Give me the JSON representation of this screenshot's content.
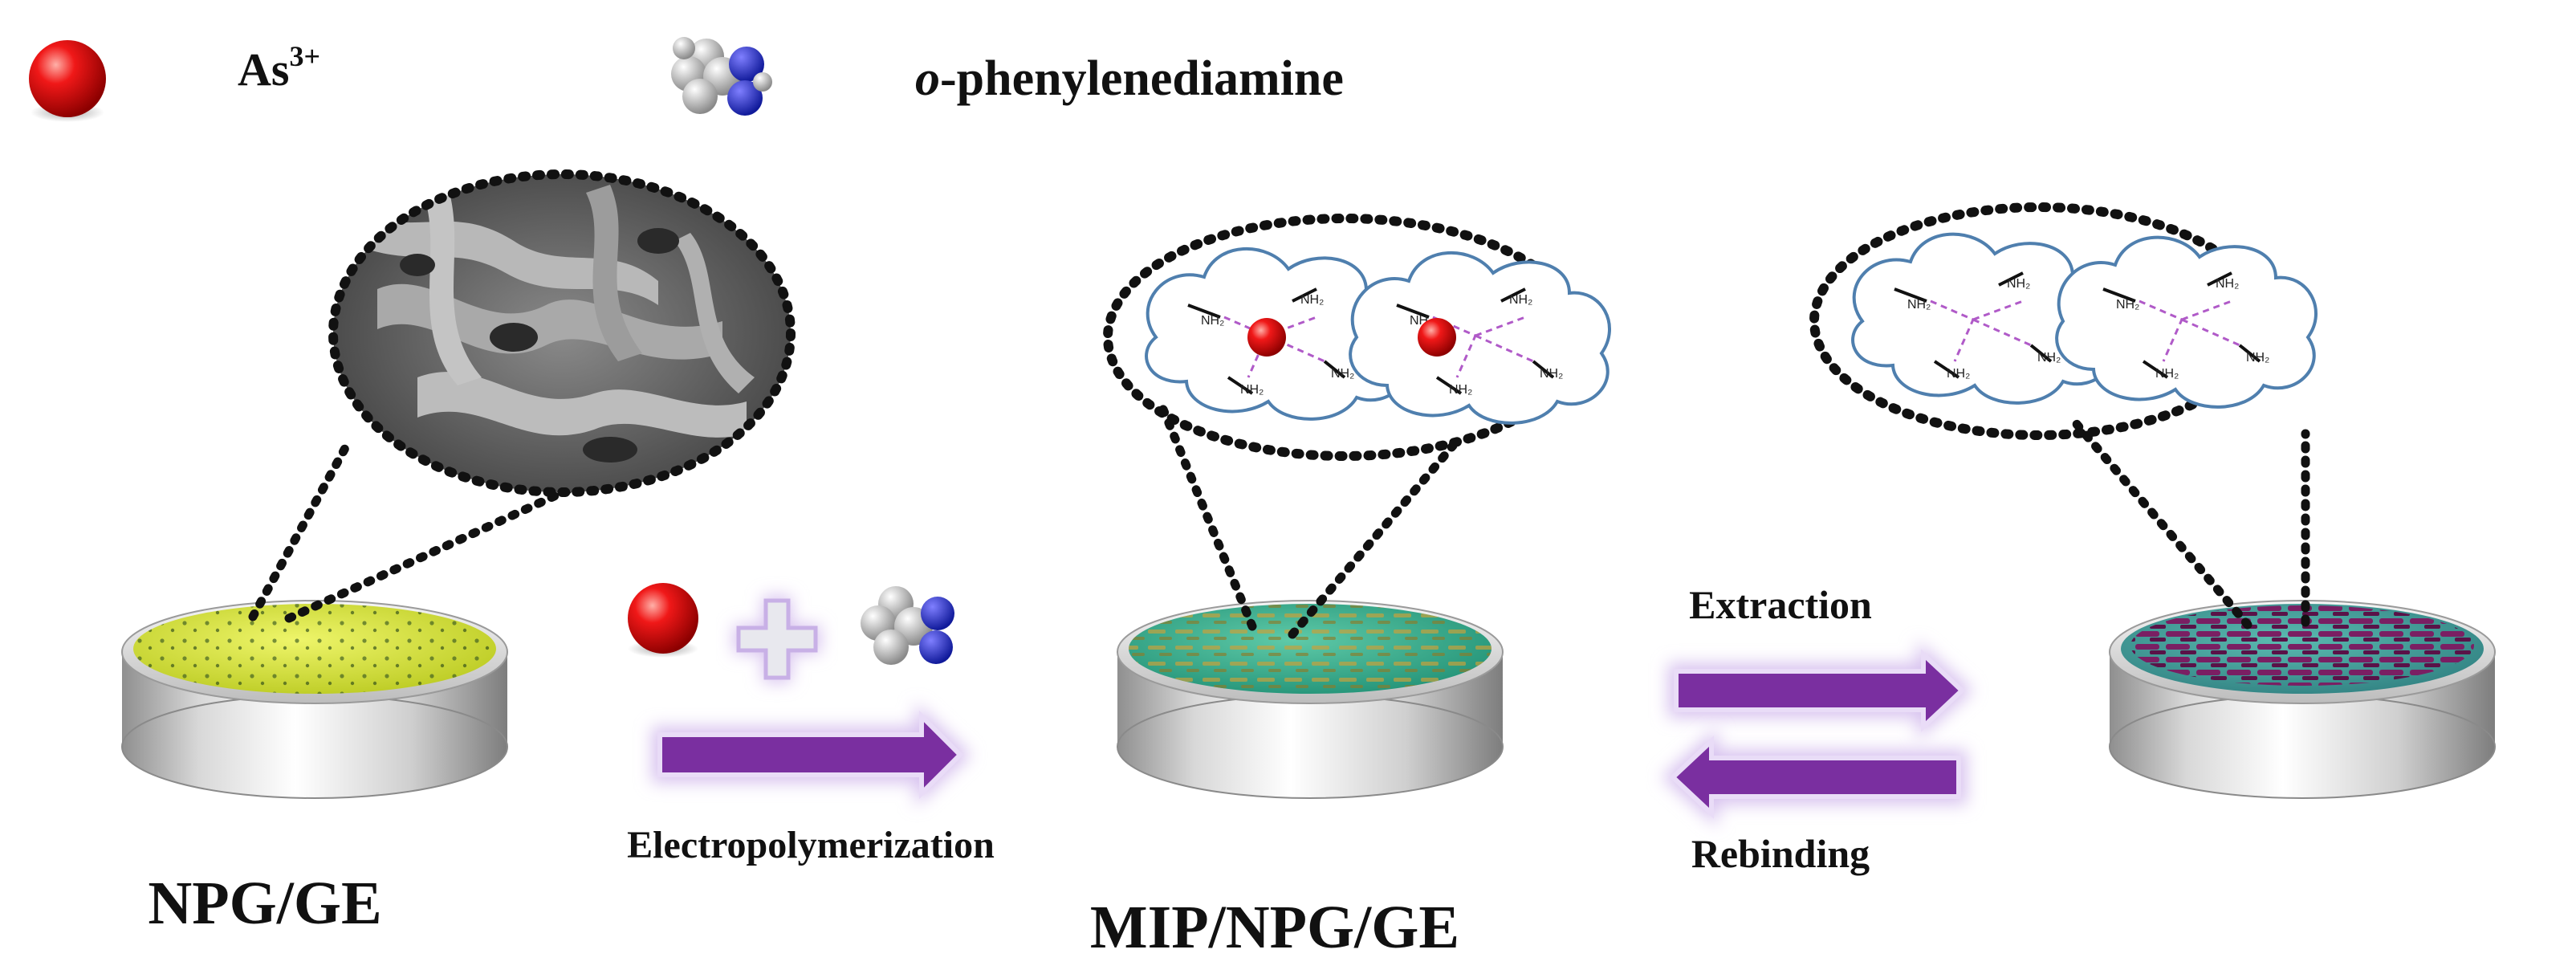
{
  "legend": {
    "arsenic": {
      "base": "As",
      "sup": "3+"
    },
    "opd": {
      "prefix": "o",
      "rest": "-phenylenediamine"
    }
  },
  "labels": {
    "npg_ge": "NPG/GE",
    "mip_npg_ge": "MIP/NPG/GE",
    "electropolymerization": "Electropolymerization",
    "extraction": "Extraction",
    "rebinding": "Rebinding"
  },
  "bubble_text": {
    "nh2": "NH₂"
  },
  "colors": {
    "ion_red": "#e01010",
    "arrow_purple": "#7a2fa0",
    "arrow_glow": "#d8c3ef",
    "surface_yellow": "#d4e23a",
    "surface_green": "#2faa8a",
    "surface_purple": "#6b1a55",
    "cloud_stroke": "#4f7fae"
  }
}
